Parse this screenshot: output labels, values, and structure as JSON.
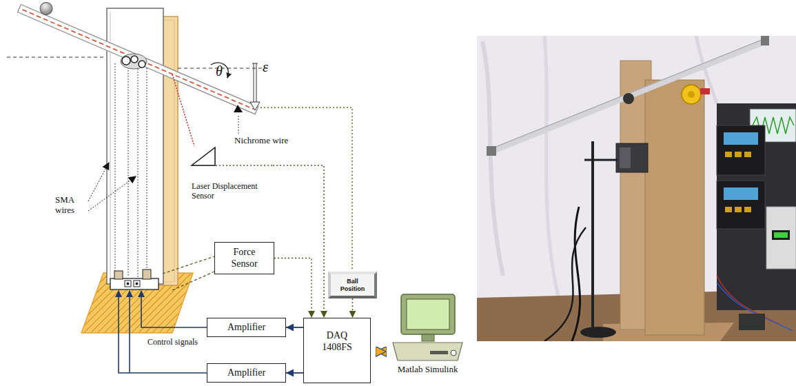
{
  "diagram": {
    "nodes": [
      {
        "text": [
          "Laser Displacement Sensor"
        ]
      },
      {
        "text": [
          "Force Sensor"
        ]
      },
      {
        "text": [
          "Ball Position"
        ]
      },
      {
        "text": [
          "Amplifier"
        ]
      },
      {
        "text": [
          "DAQ 1408FS"
        ]
      },
      {
        "text": [
          "Matlab Simulink"
        ]
      },
      {
        "text": [
          "Amplifier"
        ]
      }
    ],
    "edges": [
      {
        "from": 0,
        "to": 4,
        "arrow": "to"
      },
      {
        "from": 1,
        "to": 4,
        "arrow": "to"
      },
      {
        "from": 2,
        "to": 4,
        "arrow": "to"
      },
      {
        "from": 4,
        "to": 3,
        "arrow": "to"
      },
      {
        "from": 4,
        "to": 6,
        "arrow": "to"
      },
      {
        "from": 4,
        "to": 5,
        "arrow": "both"
      }
    ],
    "labels": [
      "θ",
      "ε",
      "Nichrome wire",
      "SMA wires",
      "Control signals"
    ]
  }
}
